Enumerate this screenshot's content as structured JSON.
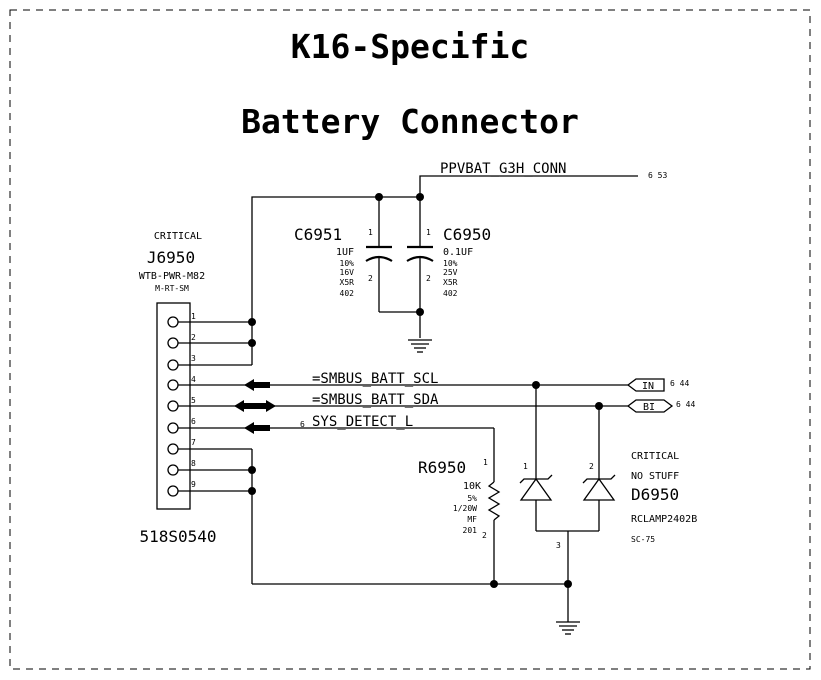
{
  "title": {
    "line1": "K16-Specific",
    "line2": "Battery Connector"
  },
  "nets": {
    "ppvbat": "PPVBAT_G3H_CONN",
    "ppvbat_ref": "6 53",
    "scl": "=SMBUS_BATT_SCL",
    "sda": "=SMBUS_BATT_SDA",
    "sys_detect": "SYS_DETECT_L",
    "sys_detect_ref": "6"
  },
  "ports": {
    "scl": {
      "label": "IN",
      "ref": "6 44"
    },
    "sda": {
      "label": "BI",
      "ref": "6 44"
    }
  },
  "connector": {
    "critical": "CRITICAL",
    "refdes": "J6950",
    "part": "WTB-PWR-M82",
    "package": "M-RT-SM",
    "partnum": "518S0540",
    "pins": [
      "1",
      "2",
      "3",
      "4",
      "5",
      "6",
      "7",
      "8",
      "9"
    ]
  },
  "c6951": {
    "refdes": "C6951",
    "value": "1UF",
    "specs": [
      "10%",
      "16V",
      "X5R",
      "402"
    ],
    "pin1": "1",
    "pin2": "2"
  },
  "c6950": {
    "refdes": "C6950",
    "value": "0.1UF",
    "specs": [
      "10%",
      "25V",
      "X5R",
      "402"
    ],
    "pin1": "1",
    "pin2": "2"
  },
  "r6950": {
    "refdes": "R6950",
    "value": "10K",
    "specs": [
      "5%",
      "1/20W",
      "MF",
      "201"
    ],
    "pin1": "1",
    "pin2": "2"
  },
  "d6950": {
    "critical": "CRITICAL",
    "nostuff": "NO STUFF",
    "refdes": "D6950",
    "part": "RCLAMP2402B",
    "package": "SC-75",
    "pin1": "1",
    "pin2": "2",
    "pin3": "3"
  }
}
